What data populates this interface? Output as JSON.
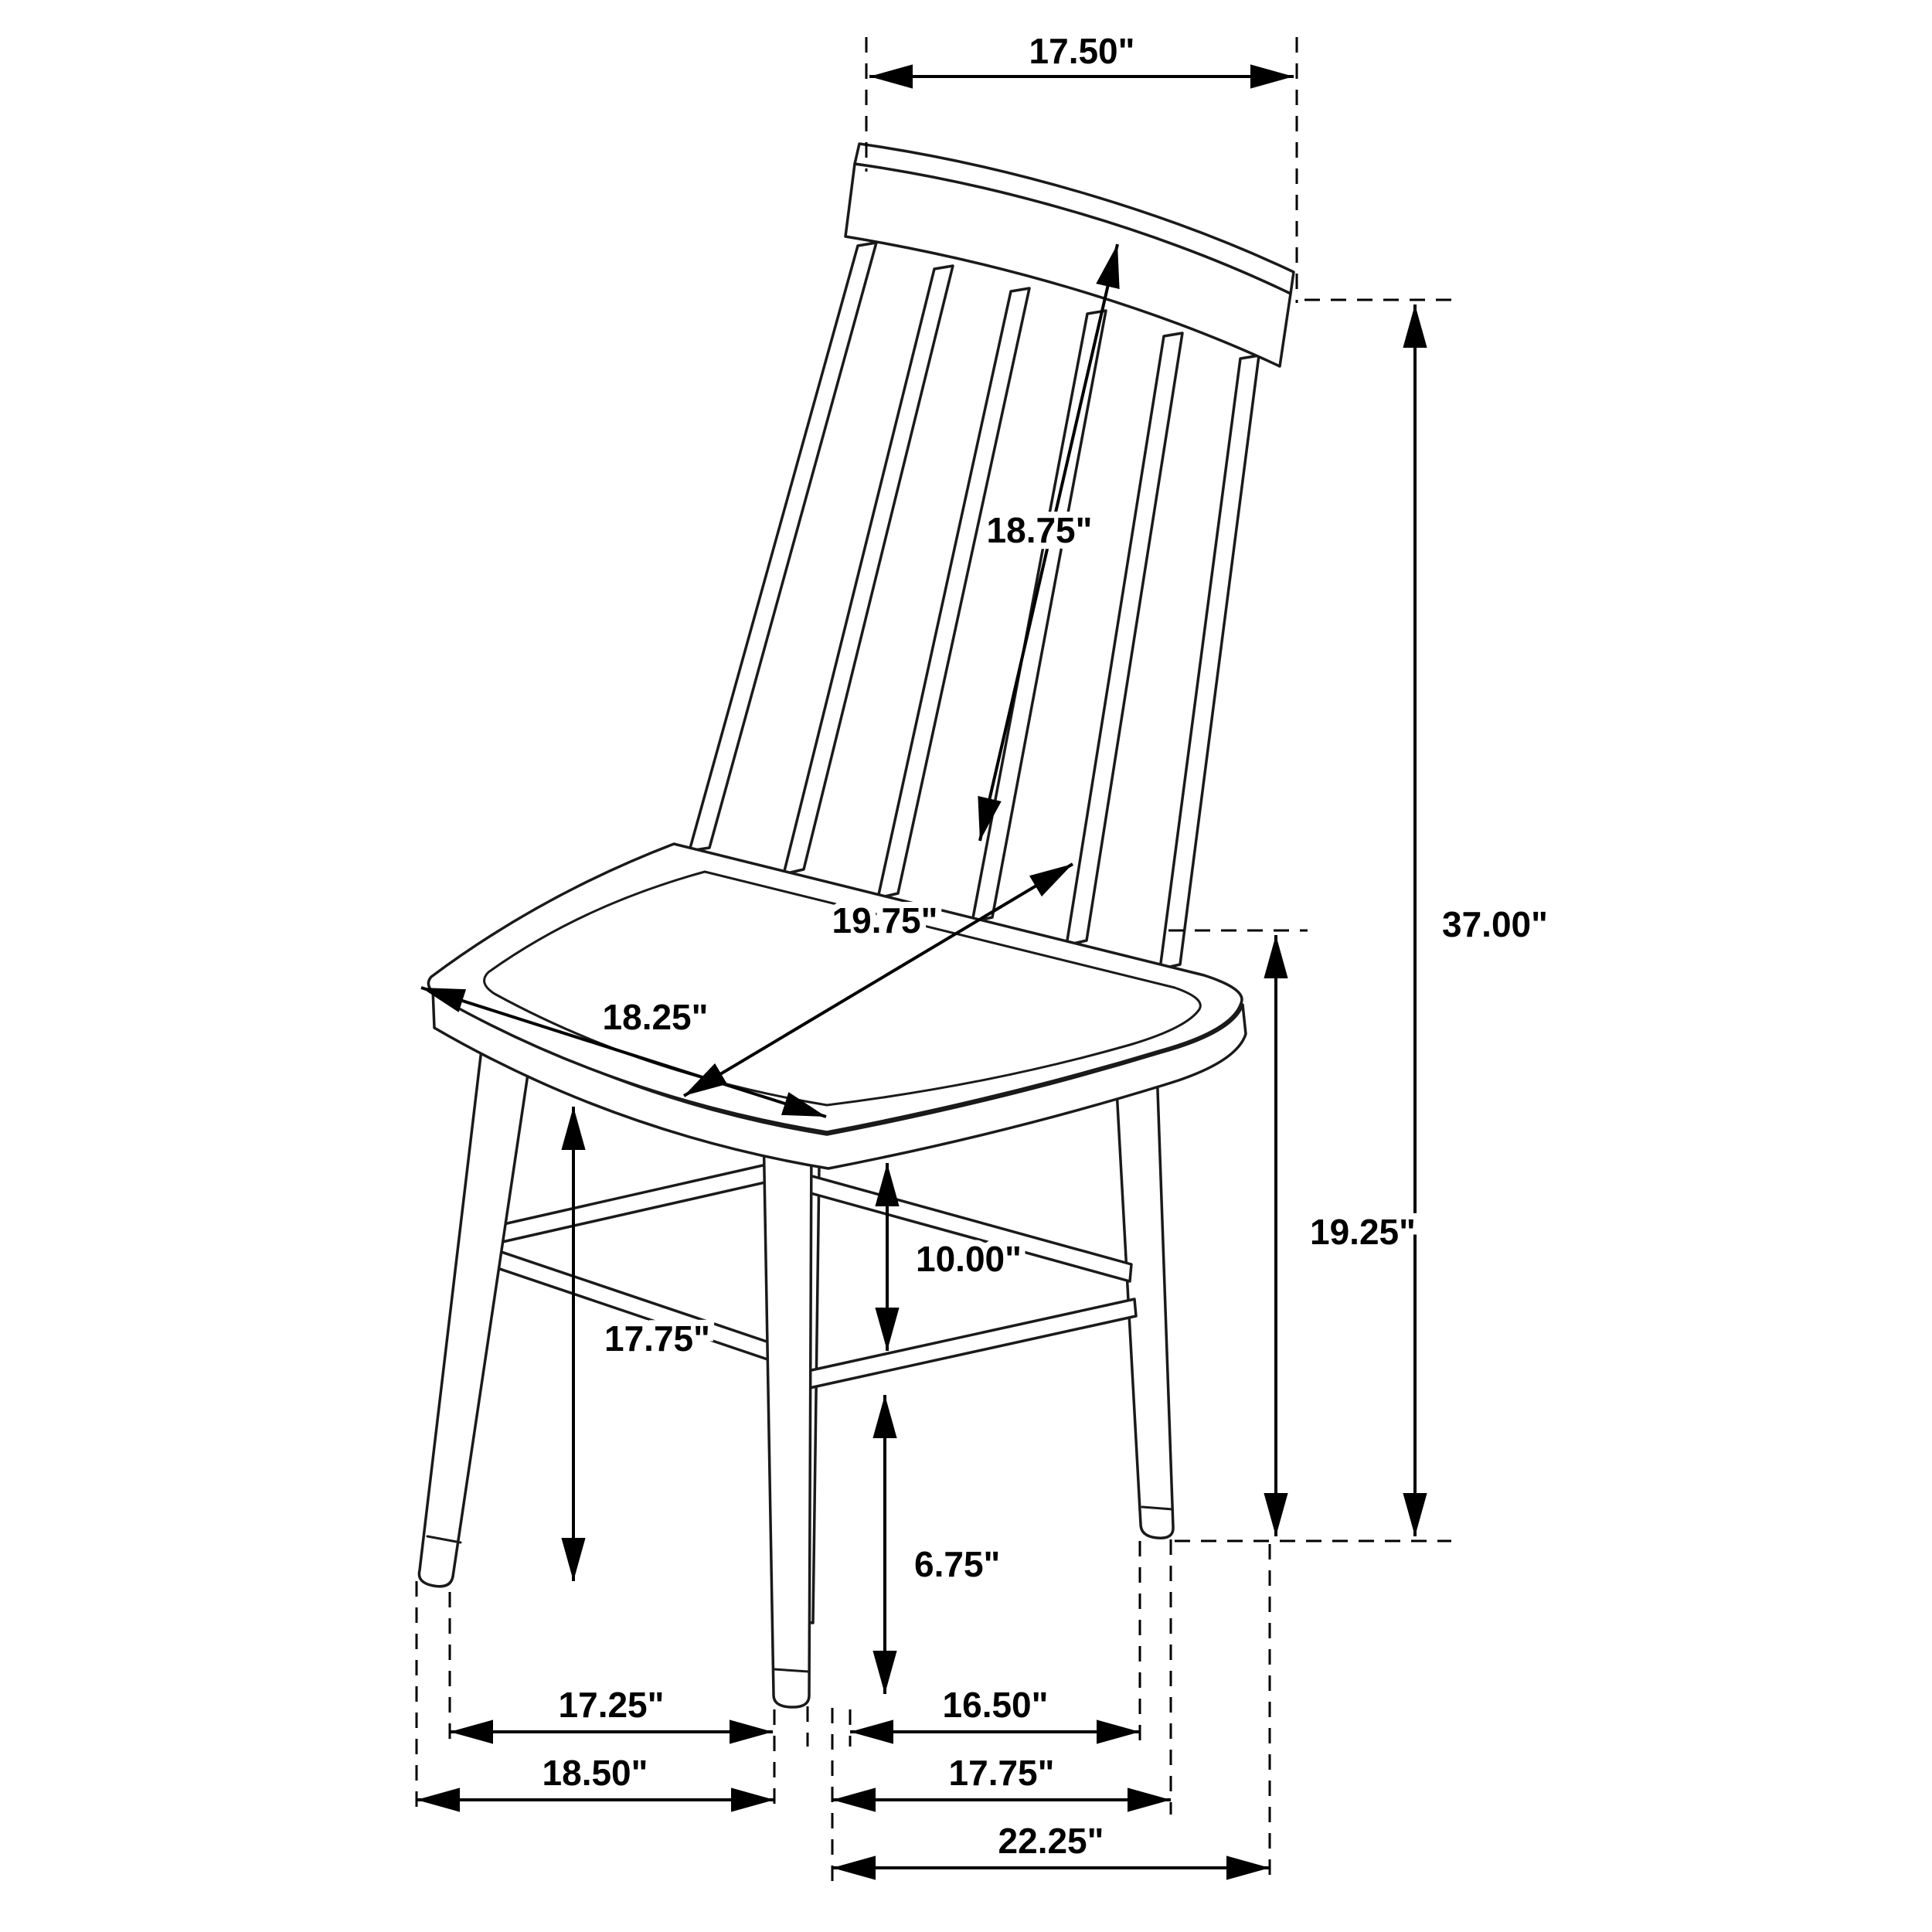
{
  "diagram": {
    "title": "Slat-back dining side chair dimension drawing",
    "units": "inches",
    "background_color": "#ffffff",
    "line_color": "#000000",
    "dimensions": {
      "crest_width": "17.50\"",
      "back_length": "18.75\"",
      "overall_height": "37.00\"",
      "seat_diagonal_depth": "19.75\"",
      "seat_width": "18.25\"",
      "seat_height": "19.25\"",
      "seat_to_stretcher": "10.00\"",
      "seat_clearance": "17.75\"",
      "stretcher_to_floor": "6.75\"",
      "front_width_inner": "17.25\"",
      "side_depth_inner": "16.50\"",
      "front_width_outer": "18.50\"",
      "side_depth_outer": "17.75\"",
      "overall_depth": "22.25\""
    }
  }
}
